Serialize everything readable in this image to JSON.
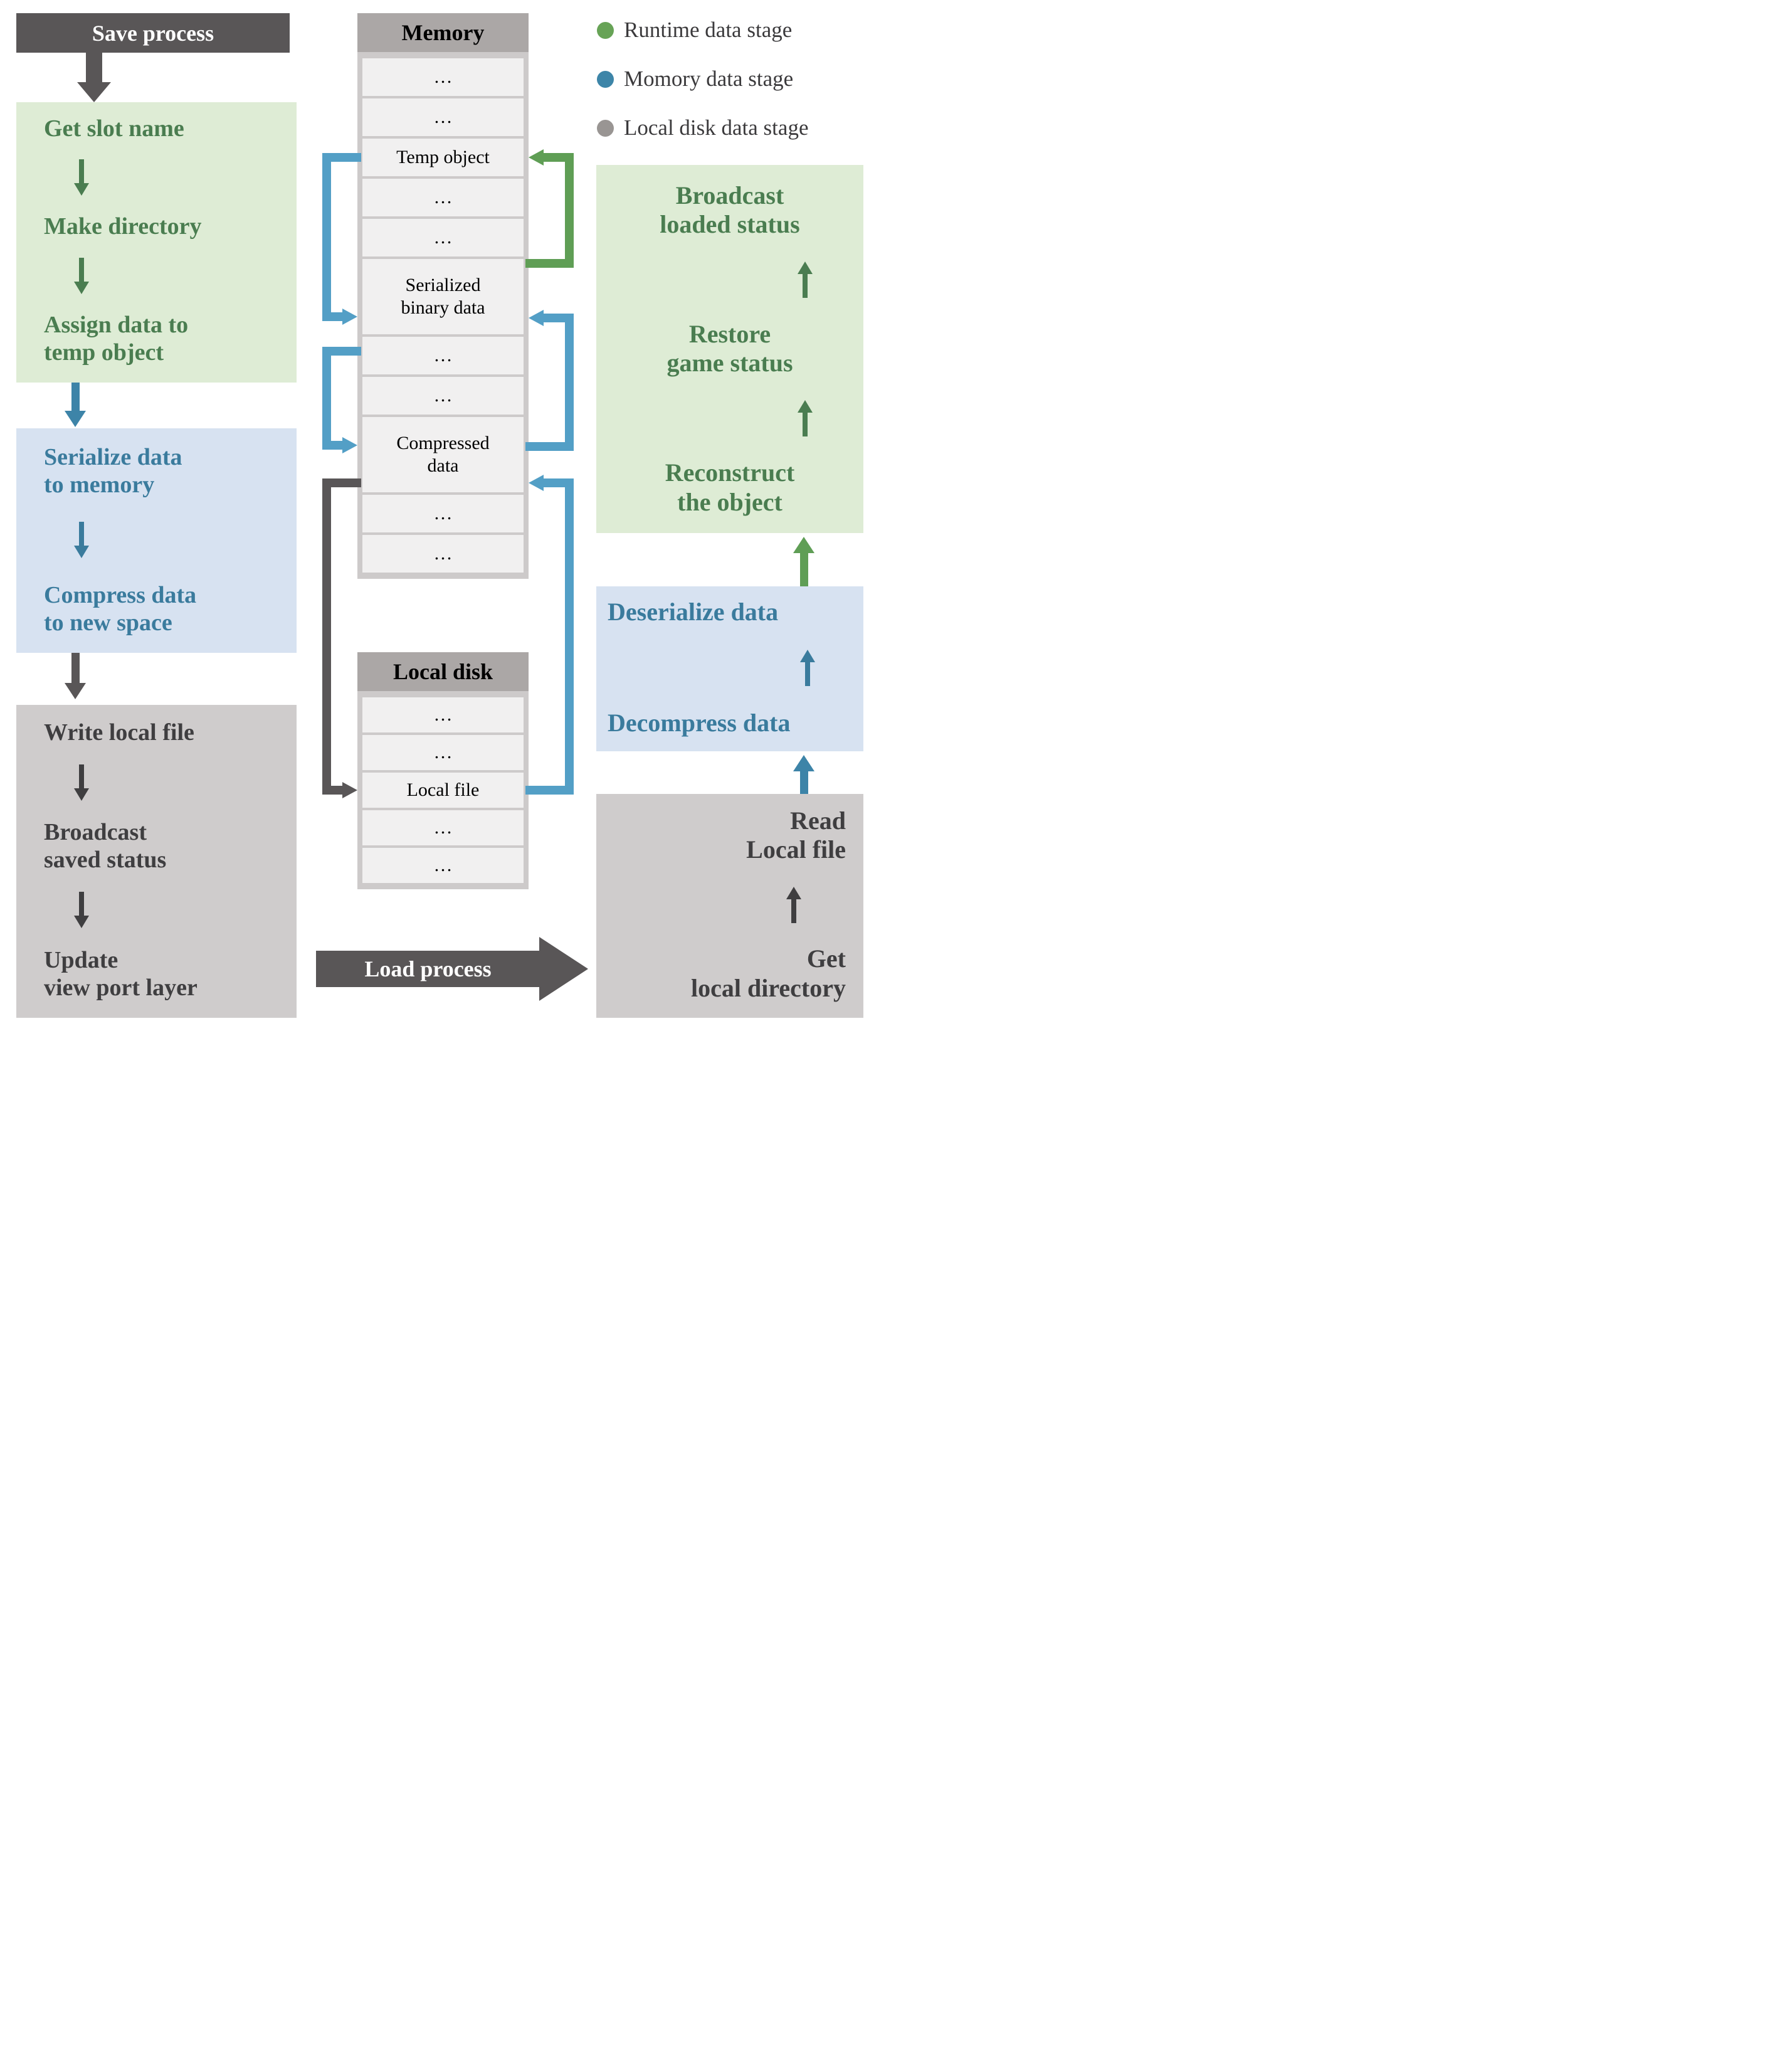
{
  "save": {
    "header": "Save process",
    "runtime_steps": [
      "Get slot name",
      "Make directory",
      "Assign data to\ntemp object"
    ],
    "memory_steps": [
      "Serialize data\nto memory",
      "Compress data\nto new space"
    ],
    "disk_steps": [
      "Write local file",
      "Broadcast\nsaved status",
      "Update\nview port layer"
    ]
  },
  "load": {
    "arrow_label": "Load process",
    "runtime_steps_top_to_bottom": [
      "Broadcast\nloaded status",
      "Restore\ngame status",
      "Reconstruct\nthe object"
    ],
    "memory_steps_top_to_bottom": [
      "Deserialize data",
      "Decompress data"
    ],
    "disk_steps_top_to_bottom": [
      "Read\nLocal file",
      "Get\nlocal directory"
    ]
  },
  "memory_table": {
    "title": "Memory",
    "rows": [
      "…",
      "…",
      "Temp object",
      "…",
      "…",
      "Serialized\nbinary data",
      "…",
      "…",
      "Compressed\ndata",
      "…",
      "…"
    ]
  },
  "disk_table": {
    "title": "Local disk",
    "rows": [
      "…",
      "…",
      "Local file",
      "…",
      "…"
    ]
  },
  "legend": {
    "items": [
      {
        "label": "Runtime data stage",
        "color": "#67a356"
      },
      {
        "label": "Momory data stage",
        "color": "#3d85a8"
      },
      {
        "label": "Local disk data stage",
        "color": "#999593"
      }
    ]
  },
  "colors": {
    "dark": "#595657",
    "dark_text": "#3f3e40",
    "green_bg": "#deecd5",
    "green_text": "#4a7d50",
    "blue_bg": "#d7e2f1",
    "blue_text": "#3a7b9d",
    "gray_bg": "#cfcccc",
    "table_header_bg": "#aba7a6",
    "table_body_bg": "#cdcaca",
    "row_bg": "#f1f0f0",
    "arrow_blue": "#539fc6",
    "arrow_green": "#5f9e55",
    "stage_blue": "#3d84a8",
    "legend_green": "#67a356",
    "legend_blue": "#3d85a8",
    "legend_gray": "#999593",
    "legend_text": "#3b3a3c"
  }
}
